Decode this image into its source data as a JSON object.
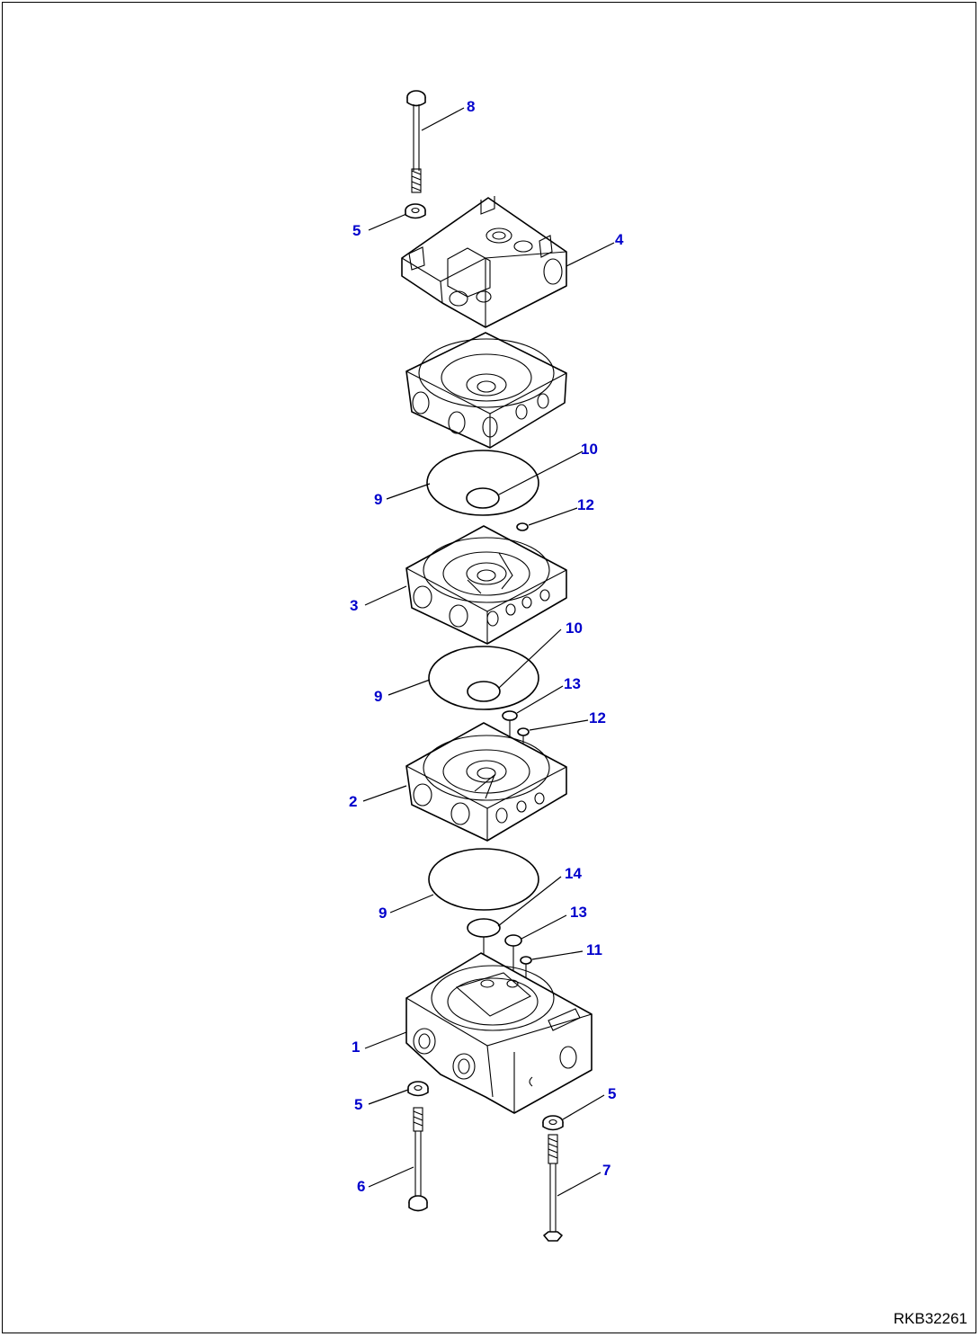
{
  "drawing_code": "RKB32261",
  "colors": {
    "callout": "#0000cc",
    "line": "#000000",
    "background": "#ffffff"
  },
  "callouts": [
    {
      "id": "c8",
      "text": "8"
    },
    {
      "id": "c5a",
      "text": "5"
    },
    {
      "id": "c4",
      "text": "4"
    },
    {
      "id": "c10a",
      "text": "10"
    },
    {
      "id": "c9a",
      "text": "9"
    },
    {
      "id": "c12a",
      "text": "12"
    },
    {
      "id": "c3",
      "text": "3"
    },
    {
      "id": "c10b",
      "text": "10"
    },
    {
      "id": "c13a",
      "text": "13"
    },
    {
      "id": "c9b",
      "text": "9"
    },
    {
      "id": "c12b",
      "text": "12"
    },
    {
      "id": "c2",
      "text": "2"
    },
    {
      "id": "c14",
      "text": "14"
    },
    {
      "id": "c9c",
      "text": "9"
    },
    {
      "id": "c13b",
      "text": "13"
    },
    {
      "id": "c11",
      "text": "11"
    },
    {
      "id": "c1",
      "text": "1"
    },
    {
      "id": "c5b",
      "text": "5"
    },
    {
      "id": "c5c",
      "text": "5"
    },
    {
      "id": "c6",
      "text": "6"
    },
    {
      "id": "c7",
      "text": "7"
    }
  ]
}
